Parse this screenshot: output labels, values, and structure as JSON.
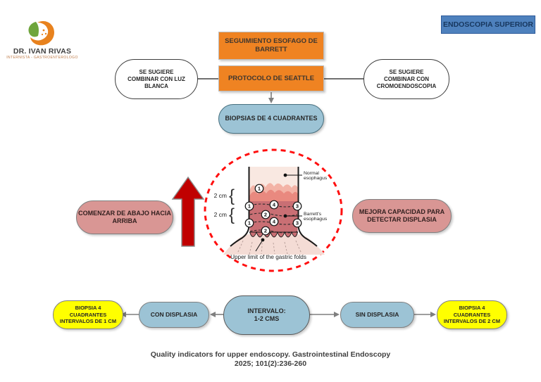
{
  "branding": {
    "doctor_name": "DR. IVAN RIVAS",
    "doctor_subtitle": "INTERNISTA - GASTROENTEROLOGO"
  },
  "header": {
    "endoscopy_button": "ENDOSCOPIA SUPERIOR"
  },
  "top_flow": {
    "barrett_title": [
      "SEGUIMIENTO ESOFAGO DE",
      "BARRETT"
    ],
    "seattle_protocol": "PROTOCOLO DE SEATTLE",
    "white_light_note": [
      "SE SUGIERE",
      "COMBINAR CON LUZ",
      "BLANCA"
    ],
    "chromoendoscopy_note": [
      "SE SUGIERE",
      "COMBINAR CON",
      "CROMOENDOSCOPIA"
    ],
    "quadrant_biopsies": "BIOPSIAS DE 4 CUADRANTES"
  },
  "middle_flow": {
    "bottom_up_note": [
      "COMENZAR DE ABAJO HACIA",
      "ARRIBA"
    ],
    "dysplasia_note": [
      "MEJORA CAPACIDAD PARA",
      "DETECTAR DISPLASIA"
    ]
  },
  "illustration": {
    "normal_label": {
      "line1": "Normal",
      "line2": "esophagus"
    },
    "barretts_label": {
      "line1": "Barrett's",
      "line2": "esophagus"
    },
    "cm_top": "2 cm",
    "cm_bottom": "2 cm",
    "brace": "{",
    "gastric_folds_label": "Upper limit of the gastric folds",
    "numbers": [
      "1",
      "2",
      "3",
      "4"
    ]
  },
  "bottom_flow": {
    "biopsy_1cm": [
      "BIOPSIA 4",
      "CUADRANTES",
      "INTERVALOS DE 1 CM"
    ],
    "with_dysplasia": "CON DISPLASIA",
    "interval": [
      "INTERVALO:",
      "1-2 CMS"
    ],
    "without_dysplasia": "SIN DISPLASIA",
    "biopsy_2cm": [
      "BIOPSIA 4",
      "CUADRANTES",
      "INTERVALOS DE 2 CM"
    ]
  },
  "footer": {
    "citation_line1": "Quality indicators for upper endoscopy.  Gastrointestinal Endoscopy",
    "citation_line2": "2025; 101(2):236-260"
  },
  "colors": {
    "orange": "#EF8322",
    "light_blue": "#9CC3D5",
    "pink": "#D99694",
    "yellow": "#FFFF00",
    "red_arrow": "#C00000",
    "dashed_circle_red": "#FF0F0F",
    "button_blue": "#4E81BD",
    "button_text": "#17375E"
  }
}
